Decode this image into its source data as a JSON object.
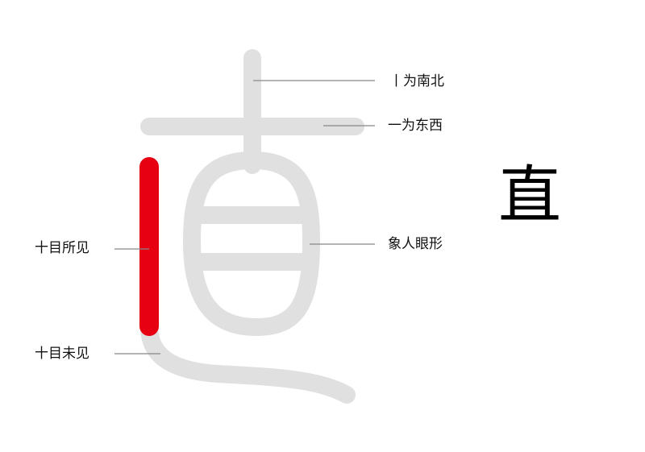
{
  "diagram": {
    "subject_character": "直",
    "colors": {
      "stroke_gray": "#e0e0e0",
      "highlight_red": "#e60012",
      "leader_line": "#888888",
      "text": "#111111"
    },
    "annotations": [
      {
        "id": "north-south",
        "text": "丨为南北"
      },
      {
        "id": "east-west",
        "text": "一为东西"
      },
      {
        "id": "eye-shape",
        "text": "象人眼形"
      },
      {
        "id": "seen-by-ten-eyes",
        "text": "十目所见"
      },
      {
        "id": "unseen-by-ten-eyes",
        "text": "十目未见"
      }
    ]
  }
}
